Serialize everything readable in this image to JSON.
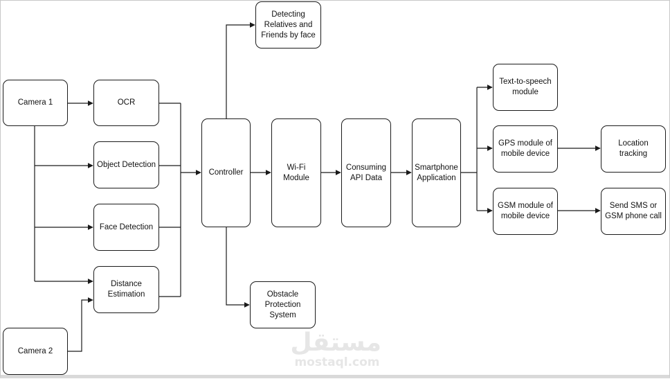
{
  "nodes": {
    "camera1": "Camera 1",
    "camera2": "Camera 2",
    "ocr": "OCR",
    "object_detection": "Object Detection",
    "face_detection": "Face Detection",
    "distance_estimation": "Distance Estimation",
    "controller": "Controller",
    "relatives": "Detecting Relatives and Friends by face",
    "obstacle": "Obstacle Protection System",
    "wifi": "Wi-Fi Module",
    "api": "Consuming API Data",
    "smartphone": "Smartphone Application",
    "tts": "Text-to-speech module",
    "gps": "GPS module of mobile device",
    "gsm": "GSM module of mobile device",
    "location": "Location tracking",
    "sms": "Send SMS or GSM phone call"
  },
  "watermark": {
    "arabic": "مستقل",
    "latin": "mostaql.com"
  },
  "colors": {
    "stroke": "#1a1a1a",
    "watermark": "#e6e6e6"
  }
}
